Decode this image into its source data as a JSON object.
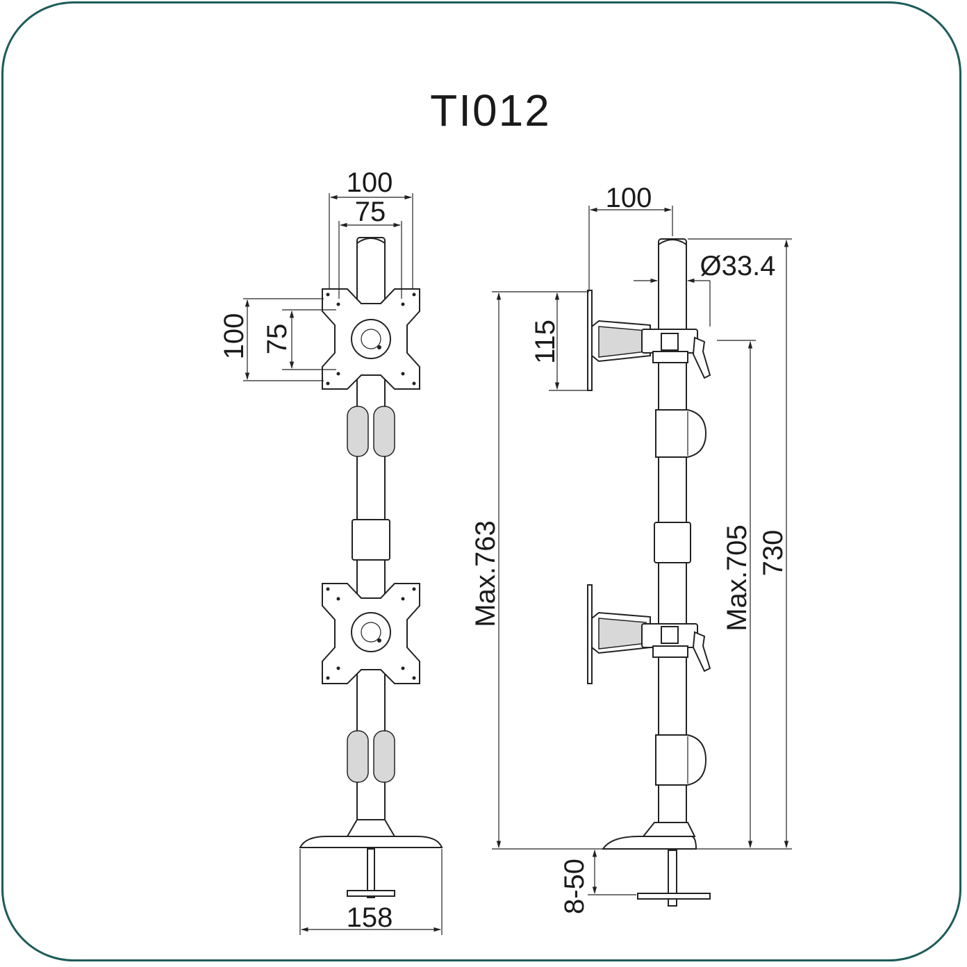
{
  "title": "TI012",
  "colors": {
    "frame": "#1d5c5a",
    "ink": "#1a1a1a"
  },
  "front_view": {
    "width_outer": "100",
    "width_inner": "75",
    "height_outer": "100",
    "height_inner": "75",
    "base_width": "158"
  },
  "side_view": {
    "arm_reach": "100",
    "pole_diameter": "Ø33.4",
    "plate_height": "115",
    "max_height_top": "Max.763",
    "max_height_mount": "Max.705",
    "pole_height": "730",
    "clamp_range": "8-50"
  }
}
